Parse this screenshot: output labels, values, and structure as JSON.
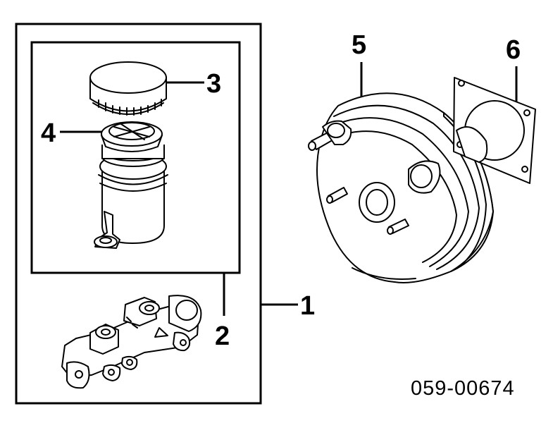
{
  "callouts": {
    "c1": "1",
    "c2": "2",
    "c3": "3",
    "c4": "4",
    "c5": "5",
    "c6": "6"
  },
  "diagram_code": "059-00674"
}
